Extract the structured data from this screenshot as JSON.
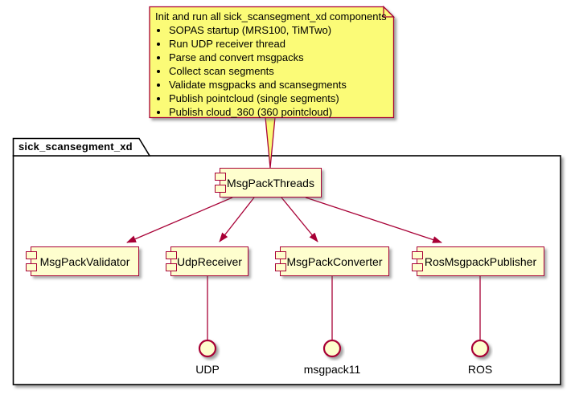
{
  "note": {
    "title": "Init and run all sick_scansegment_xd components",
    "bullets": [
      "SOPAS startup (MRS100, TiMTwo)",
      "Run UDP receiver thread",
      "Parse and convert msgpacks",
      "Collect scan segments",
      "Validate msgpacks and scansegments",
      "Publish pointcloud (single segments)",
      "Publish cloud_360 (360 pointcloud)"
    ]
  },
  "frame": {
    "label": "sick_scansegment_xd"
  },
  "components": {
    "msgpack_threads": {
      "label": "MsgPackThreads"
    },
    "msgpack_validator": {
      "label": "MsgPackValidator"
    },
    "udp_receiver": {
      "label": "UdpReceiver"
    },
    "msgpack_converter": {
      "label": "MsgPackConverter"
    },
    "ros_msgpack_publisher": {
      "label": "RosMsgpackPublisher"
    }
  },
  "interfaces": {
    "udp": {
      "label": "UDP"
    },
    "msgpack11": {
      "label": "msgpack11"
    },
    "ros": {
      "label": "ROS"
    }
  },
  "colors": {
    "accent_border": "#A80036",
    "component_fill": "#FEFECE",
    "note_fill": "#FBFB77",
    "frame_border": "#000000",
    "background": "#FFFFFF"
  }
}
